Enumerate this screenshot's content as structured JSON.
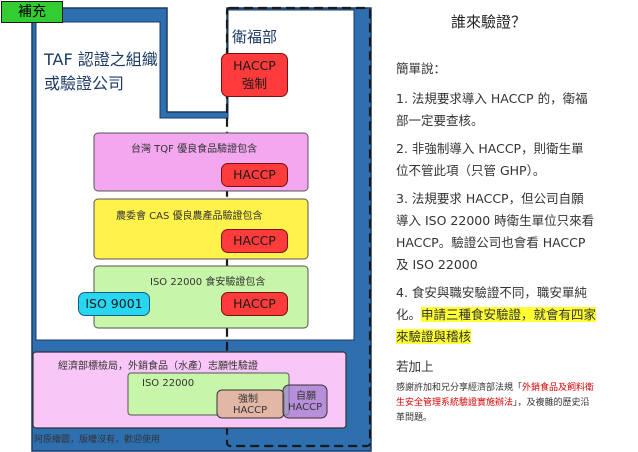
{
  "supplement_tag": "補充",
  "taf_label_line1": "TAF 認證之組織",
  "taf_label_line2": "或驗證公司",
  "moh": {
    "label": "衛福部",
    "haccp_line1": "HACCP",
    "haccp_line2": "強制"
  },
  "tqf": {
    "label": "台灣 TQF 優良食品驗證包含",
    "haccp": "HACCP"
  },
  "cas": {
    "label": "農委會 CAS 優良農產品驗證包含",
    "haccp": "HACCP"
  },
  "iso22000": {
    "label": "ISO 22000 食安驗證包含",
    "haccp": "HACCP",
    "iso9001": "ISO 9001"
  },
  "boei": {
    "label": "經濟部標檢局，外銷食品（水產）志願性驗證",
    "iso22000": "ISO 22000",
    "mandatory_line1": "強制",
    "mandatory_line2": "HACCP",
    "voluntary_line1": "自願",
    "voluntary_line2": "HACCP"
  },
  "footer": "阿原繪圖，版權沒有，歡迎使用",
  "notes": {
    "title": "誰來驗證？",
    "intro": "簡單說：",
    "item1": [
      "1. 法規要求導入 HACCP 的，衛福",
      "部一定要查核。"
    ],
    "item2": [
      "2. 非強制導入 HACCP，則衛生單",
      "位不管此項（只管 GHP）。"
    ],
    "item3": [
      "3. 法規要求 HACCP，但公司自願",
      "導入 ISO 22000 時衛生單位只來看",
      "HACCP。驗證公司也會看 HACCP",
      "及 ISO 22000"
    ],
    "item4_line1": "4. 食安與職安驗證不同，職安單純",
    "item4_line2_prefix": "化。",
    "item4_line2_highlight": "申請三種食安驗證，就會有四家",
    "item4_line3_highlight": "來驗證與稽核",
    "addition": "若加上",
    "credit_prefix": "感謝許加和兄分享經濟部法規「",
    "credit_highlight_line1": "外銷食品及飼料衛",
    "credit_highlight_line2": "生安全管理系統驗證實施辦法",
    "credit_suffix_line2": "」，及複雜的歷史沿",
    "credit_line3": "革問題。"
  },
  "colors": {
    "blue_region": "#2e6fb0",
    "pink_box": "#f2a7ef",
    "yellow_box": "#fff24a",
    "green_box": "#c7f5a9",
    "haccp_red": "#ff3b3b",
    "iso9001_cyan": "#27d6f0",
    "boei_outer": "#f9c7f7",
    "tag_green": "#33cc33",
    "highlight_yellow": "#ffff33"
  }
}
